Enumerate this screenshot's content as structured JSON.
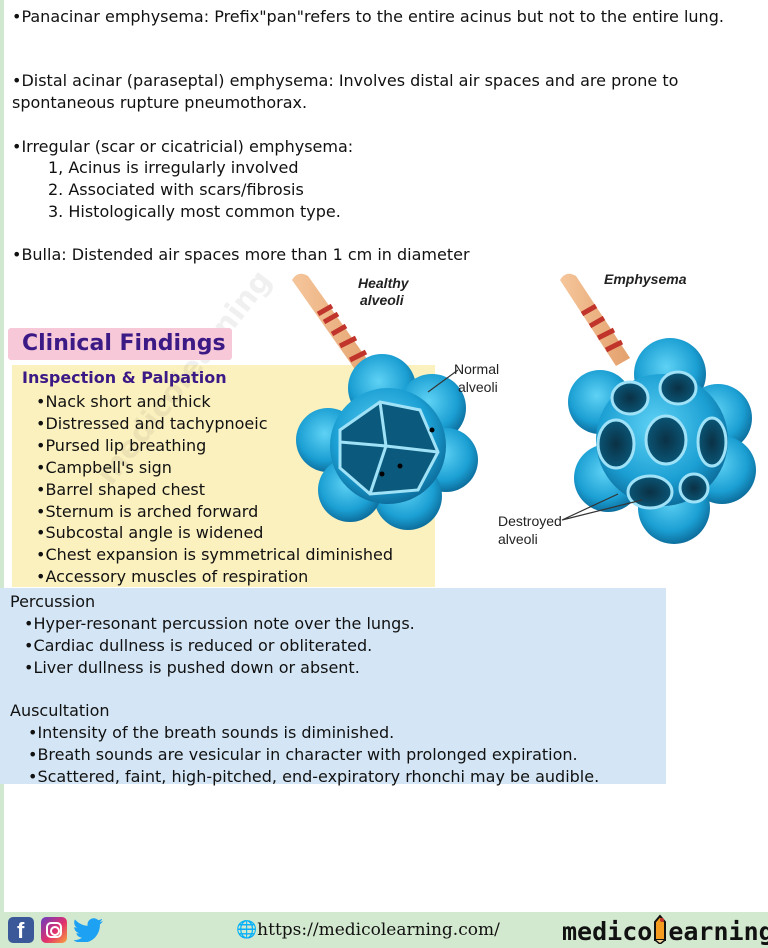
{
  "intro": {
    "panacinar": "•Panacinar emphysema: Prefix\"pan\"refers to the entire acinus but not to the entire lung.",
    "distal": "•Distal acinar (paraseptal) emphysema: Involves distal air spaces and are prone to spontaneous rupture pneumothorax.",
    "irregular_title": "•Irregular (scar or cicatricial) emphysema:",
    "irregular_items": [
      "1, Acinus is irregularly involved",
      "2. Associated with scars/fibrosis",
      "3. Histologically most common type."
    ],
    "bulla": "•Bulla: Distended air spaces more than 1 cm in diameter"
  },
  "illustration": {
    "healthy_label_1": "Healthy",
    "healthy_label_2": "alveoli",
    "emphysema_label": "Emphysema",
    "normal_label_1": "Normal",
    "normal_label_2": "alveoli",
    "destroyed_label_1": "Destroyed",
    "destroyed_label_2": "alveoli",
    "watermark": "medicolearning"
  },
  "clinical": {
    "heading": "Clinical Findings",
    "inspection_title": "Inspection & Palpation",
    "inspection_items": [
      "•Nack short and thick",
      "•Distressed and tachypnoeic",
      "•Pursed lip breathing",
      "•Campbell's sign",
      "•Barrel shaped chest",
      "•Sternum is arched forward",
      "•Subcostal angle is widened",
      "•Chest expansion is symmetrical diminished",
      "•Accessory muscles of respiration"
    ],
    "percussion_title": "Percussion",
    "percussion_items": [
      "•Hyper-resonant percussion note over the lungs.",
      "•Cardiac dullness is reduced or obliterated.",
      "•Liver dullness is pushed down or absent."
    ],
    "auscultation_title": "Auscultation",
    "auscultation_items": [
      "•Intensity of the breath sounds is diminished.",
      "•Breath sounds are vesicular in character with prolonged expiration.",
      "•Scattered, faint, high-pitched, end-expiratory rhonchi may be audible."
    ]
  },
  "footer": {
    "url": "https://medicolearning.com/",
    "brand_left": "medico",
    "brand_right": "earning",
    "social_icons": [
      "facebook-icon",
      "instagram-icon",
      "twitter-icon"
    ]
  },
  "colors": {
    "heading_bg": "#f7c8d8",
    "heading_text": "#3b1a86",
    "inspection_bg": "#fbf1bf",
    "percussion_bg": "#d4e6f5",
    "footer_bg": "#d3e9cf",
    "alveoli_blue": "#1b9fd3"
  }
}
